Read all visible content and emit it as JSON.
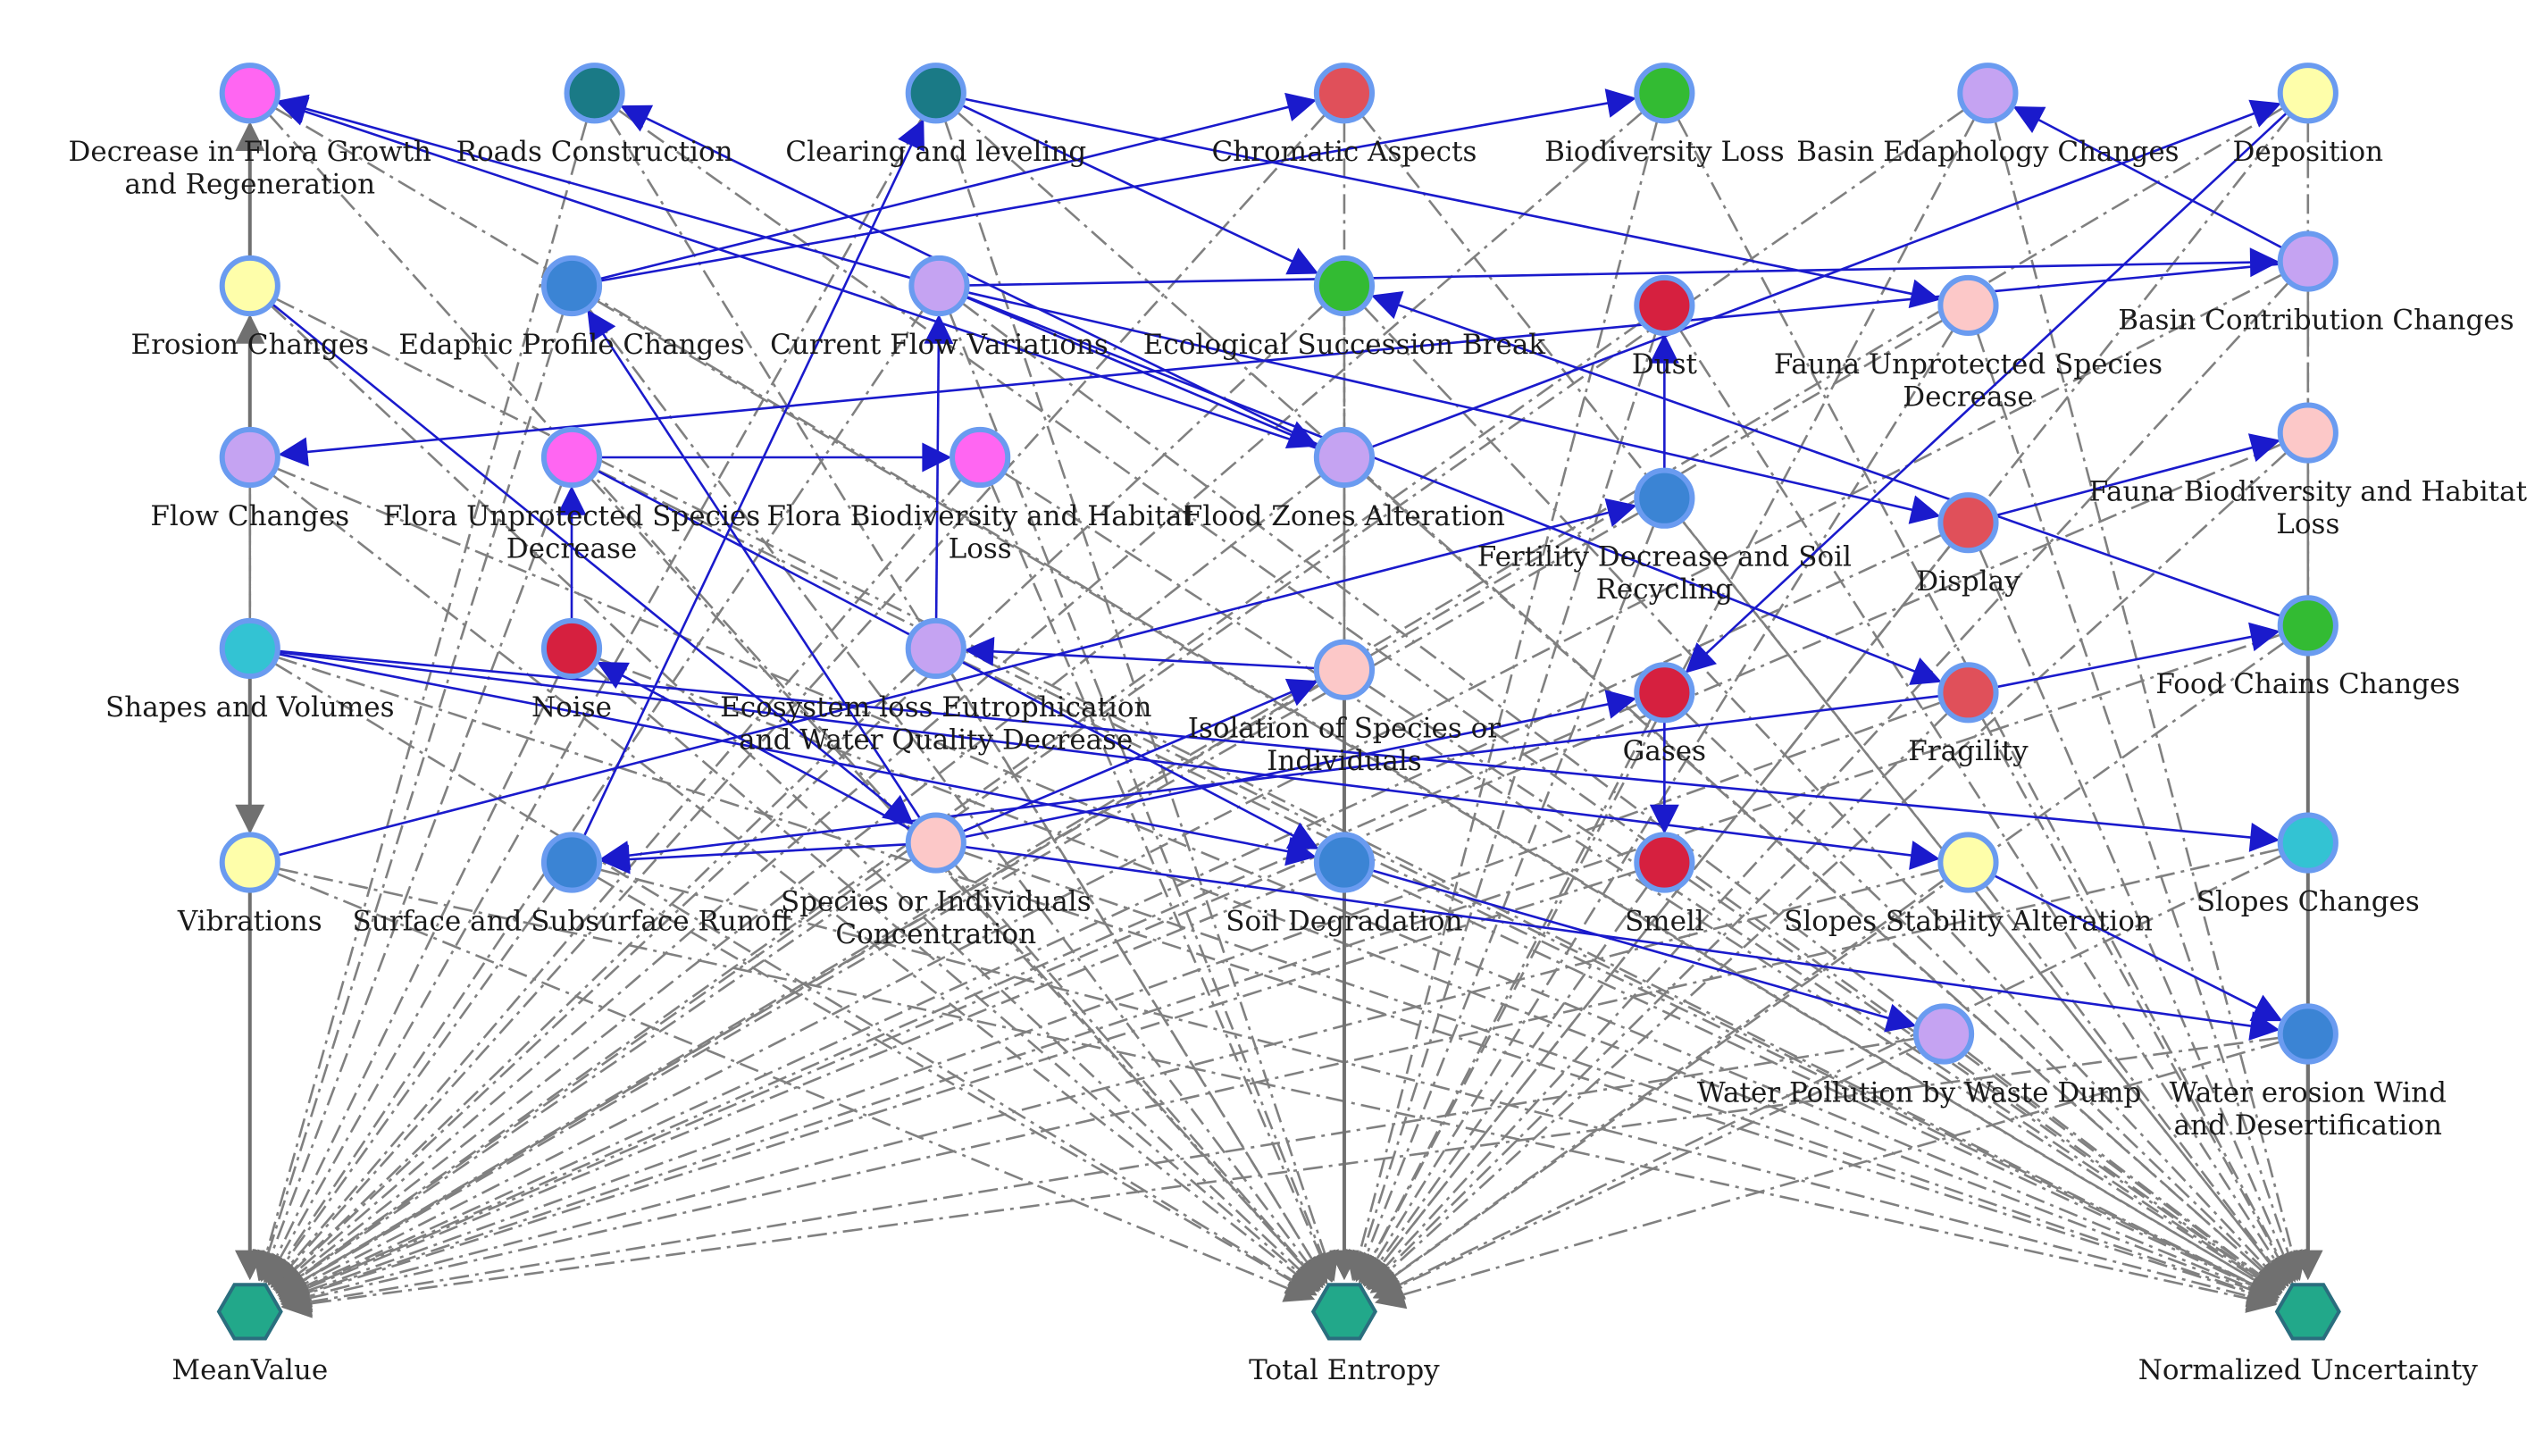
{
  "colors": {
    "blue_edge": "#1a1acc",
    "gray_edge": "#808080",
    "node_stroke": "#6a9bf0",
    "magenta": "#ff66f2",
    "teal": "#1a7a86",
    "red": "#e0505a",
    "crimson": "#d6203f",
    "green": "#33bb33",
    "lavender": "#c5a3f2",
    "yellow": "#fefeaa",
    "blue": "#3b84d4",
    "cyan": "#33c3d3",
    "pink": "#fcc8c8",
    "hex": "#22a88a"
  },
  "nodes": {
    "flora_growth": {
      "label": [
        "Decrease in Flora Growth",
        "and Regeneration"
      ],
      "color": "magenta"
    },
    "roads": {
      "label": [
        "Roads Construction"
      ],
      "color": "teal"
    },
    "clearing": {
      "label": [
        "Clearing and leveling"
      ],
      "color": "teal"
    },
    "chromatic": {
      "label": [
        "Chromatic Aspects"
      ],
      "color": "red"
    },
    "biodiv_loss": {
      "label": [
        "Biodiversity Loss"
      ],
      "color": "green"
    },
    "basin_edaph": {
      "label": [
        "Basin Edaphology Changes"
      ],
      "color": "lavender"
    },
    "deposition": {
      "label": [
        "Deposition"
      ],
      "color": "yellow"
    },
    "erosion_changes": {
      "label": [
        "Erosion Changes"
      ],
      "color": "yellow"
    },
    "edaphic_profile": {
      "label": [
        "Edaphic Profile Changes"
      ],
      "color": "blue"
    },
    "current_flow": {
      "label": [
        "Current Flow Variations"
      ],
      "color": "lavender"
    },
    "eco_succession": {
      "label": [
        "Ecological Succession Break"
      ],
      "color": "green"
    },
    "dust": {
      "label": [
        "Dust"
      ],
      "color": "crimson"
    },
    "fauna_unprot": {
      "label": [
        "Fauna Unprotected Species",
        "Decrease"
      ],
      "color": "pink"
    },
    "basin_contrib": {
      "label": [
        "Basin Contribution Changes"
      ],
      "color": "lavender"
    },
    "flow_changes": {
      "label": [
        "Flow Changes"
      ],
      "color": "lavender"
    },
    "flora_unprot": {
      "label": [
        "Flora Unprotected Species",
        "Decrease"
      ],
      "color": "magenta"
    },
    "flora_biodiv": {
      "label": [
        "Flora Biodiversity and Habitat",
        "Loss"
      ],
      "color": "magenta"
    },
    "flood_zones": {
      "label": [
        "Flood Zones Alteration"
      ],
      "color": "lavender"
    },
    "fertility": {
      "label": [
        "Fertility Decrease and Soil",
        "Recycling"
      ],
      "color": "blue"
    },
    "display": {
      "label": [
        "Display"
      ],
      "color": "red"
    },
    "fauna_biodiv": {
      "label": [
        "Fauna Biodiversity and Habitat",
        "Loss"
      ],
      "color": "pink"
    },
    "shapes_volumes": {
      "label": [
        "Shapes and Volumes"
      ],
      "color": "cyan"
    },
    "noise": {
      "label": [
        "Noise"
      ],
      "color": "crimson"
    },
    "ecosystem_loss": {
      "label": [
        "Ecosystem loss Eutrophication",
        "and Water Quality Decrease"
      ],
      "color": "lavender"
    },
    "isolation": {
      "label": [
        "Isolation of Species or",
        "Individuals"
      ],
      "color": "pink"
    },
    "gases": {
      "label": [
        "Gases"
      ],
      "color": "crimson"
    },
    "fragility": {
      "label": [
        "Fragility"
      ],
      "color": "red"
    },
    "food_chains": {
      "label": [
        "Food Chains Changes"
      ],
      "color": "green"
    },
    "vibrations": {
      "label": [
        "Vibrations"
      ],
      "color": "yellow"
    },
    "surface_runoff": {
      "label": [
        "Surface and Subsurface Runoff"
      ],
      "color": "blue"
    },
    "species_conc": {
      "label": [
        "Species or Individuals",
        "Concentration"
      ],
      "color": "pink"
    },
    "soil_degradation": {
      "label": [
        "Soil Degradation"
      ],
      "color": "blue"
    },
    "smell": {
      "label": [
        "Smell"
      ],
      "color": "crimson"
    },
    "slopes_stability": {
      "label": [
        "Slopes Stability Alteration"
      ],
      "color": "yellow"
    },
    "slopes_changes": {
      "label": [
        "Slopes Changes"
      ],
      "color": "cyan"
    },
    "water_pollution": {
      "label": [
        "Water Pollution by Waste Dump"
      ],
      "color": "lavender"
    },
    "water_erosion": {
      "label": [
        "Water erosion Wind",
        "and Desertification"
      ],
      "color": "blue"
    },
    "meanvalue": {
      "label": [
        "MeanValue"
      ],
      "color": "hex"
    },
    "total_entropy": {
      "label": [
        "Total Entropy"
      ],
      "color": "hex"
    },
    "norm_uncert": {
      "label": [
        "Normalized Uncertainty"
      ],
      "color": "hex"
    }
  },
  "blue_edges": [
    [
      "current_flow",
      "flora_growth"
    ],
    [
      "flood_zones",
      "flora_growth"
    ],
    [
      "flood_zones",
      "roads"
    ],
    [
      "edaphic_profile",
      "chromatic"
    ],
    [
      "edaphic_profile",
      "biodiv_loss"
    ],
    [
      "clearing",
      "fauna_unprot"
    ],
    [
      "clearing",
      "eco_succession"
    ],
    [
      "basin_contrib",
      "basin_edaph"
    ],
    [
      "current_flow",
      "basin_contrib"
    ],
    [
      "basin_contrib",
      "flow_changes"
    ],
    [
      "current_flow",
      "flood_zones"
    ],
    [
      "current_flow",
      "display"
    ],
    [
      "current_flow",
      "fragility"
    ],
    [
      "food_chains",
      "eco_succession"
    ],
    [
      "fertility",
      "dust"
    ],
    [
      "flora_unprot",
      "flora_biodiv"
    ],
    [
      "ecosystem_loss",
      "current_flow"
    ],
    [
      "flood_zones",
      "deposition"
    ],
    [
      "display",
      "fauna_biodiv"
    ],
    [
      "fragility",
      "food_chains"
    ],
    [
      "vibrations",
      "fertility"
    ],
    [
      "surface_runoff",
      "clearing"
    ],
    [
      "noise",
      "flora_unprot"
    ],
    [
      "isolation",
      "ecosystem_loss"
    ],
    [
      "species_conc",
      "noise"
    ],
    [
      "species_conc",
      "surface_runoff"
    ],
    [
      "species_conc",
      "gases"
    ],
    [
      "species_conc",
      "isolation"
    ],
    [
      "species_conc",
      "water_erosion"
    ],
    [
      "species_conc",
      "edaphic_profile"
    ],
    [
      "shapes_volumes",
      "soil_degradation"
    ],
    [
      "shapes_volumes",
      "slopes_changes"
    ],
    [
      "shapes_volumes",
      "slopes_stability"
    ],
    [
      "flora_unprot",
      "soil_degradation"
    ],
    [
      "soil_degradation",
      "water_pollution"
    ],
    [
      "fragility",
      "surface_runoff"
    ],
    [
      "slopes_stability",
      "water_erosion"
    ],
    [
      "gases",
      "smell"
    ],
    [
      "deposition",
      "gases"
    ],
    [
      "erosion_changes",
      "species_conc"
    ]
  ],
  "gray_solid_edges": [
    [
      "erosion_changes",
      "flora_growth"
    ],
    [
      "flow_changes",
      "erosion_changes"
    ],
    [
      "shapes_volumes",
      "vibrations"
    ],
    [
      "vibrations",
      "meanvalue"
    ],
    [
      "isolation",
      "total_entropy"
    ],
    [
      "food_chains",
      "norm_uncert"
    ],
    [
      "water_erosion",
      "norm_uncert"
    ]
  ]
}
